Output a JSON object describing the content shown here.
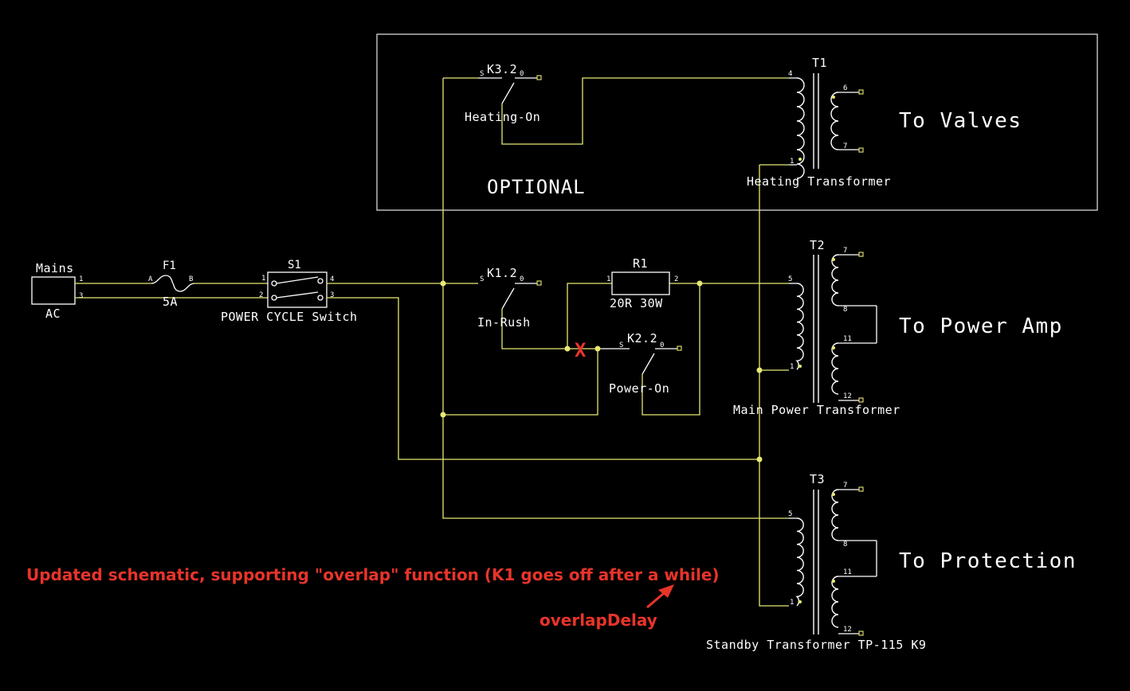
{
  "colors": {
    "wire": "#e8e874",
    "text": "#ffffff",
    "note": "#e8342a",
    "background": "#000000"
  },
  "labels": {
    "mains": {
      "name": "Mains",
      "sub": "AC",
      "pin_top": "1",
      "pin_bottom": "3"
    },
    "fuse": {
      "ref": "F1",
      "value": "5A",
      "pin_a": "A",
      "pin_b": "B"
    },
    "switch": {
      "ref": "S1",
      "name": "POWER CYCLE Switch",
      "pin1": "1",
      "pin2": "2",
      "pin3": "3",
      "pin4": "4"
    },
    "k3": {
      "ref": "K3.2",
      "name": "Heating-On",
      "s": "S",
      "o": "0"
    },
    "k1": {
      "ref": "K1.2",
      "name": "In-Rush",
      "s": "S",
      "o": "0"
    },
    "k2": {
      "ref": "K2.2",
      "name": "Power-On",
      "s": "S",
      "o": "0"
    },
    "r1": {
      "ref": "R1",
      "value": "20R 30W",
      "pin1": "1",
      "pin2": "2"
    },
    "t1": {
      "ref": "T1",
      "name": "Heating Transformer",
      "p_top": "4",
      "p_bot": "1",
      "s_top": "6",
      "s_bot": "7",
      "dest": "To Valves"
    },
    "t2": {
      "ref": "T2",
      "name": "Main Power Transformer",
      "p_top": "5",
      "p_bot": "1",
      "s1": "7",
      "s2": "8",
      "s3": "11",
      "s4": "12",
      "dest": "To Power Amp"
    },
    "t3": {
      "ref": "T3",
      "name": "Standby Transformer TP-115 K9",
      "p_top": "5",
      "p_bot": "1",
      "s1": "7",
      "s2": "8",
      "s3": "11",
      "s4": "12",
      "dest": "To Protection"
    },
    "optional": "OPTIONAL",
    "cross_mark": "X"
  },
  "annotation": {
    "note": "Updated schematic, supporting \"overlap\" function (K1 goes off after a while)",
    "arrow_label": "overlapDelay"
  }
}
